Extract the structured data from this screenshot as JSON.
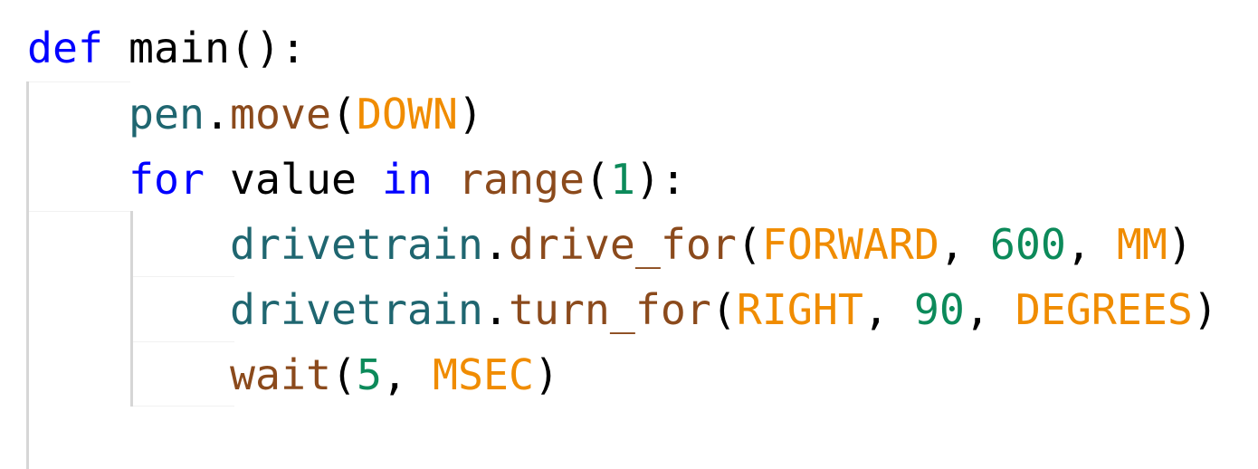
{
  "colors": {
    "keyword": "#0000ff",
    "object": "#1f6670",
    "function": "#8b4a1c",
    "constant": "#f08c00",
    "number": "#0c8a5a",
    "plain": "#000000",
    "indent_guide": "#d6d6d6"
  },
  "code": {
    "line1": {
      "kw": "def",
      "sp": " ",
      "name": "main():"
    },
    "line2": {
      "indent": "    ",
      "obj": "pen",
      "dot": ".",
      "fn": "move",
      "open": "(",
      "const": "DOWN",
      "close": ")"
    },
    "line3": {
      "indent": "    ",
      "kw": "for",
      "sp1": " ",
      "var": "value",
      "sp2": " ",
      "kw2": "in",
      "sp3": " ",
      "fn": "range",
      "open": "(",
      "num": "1",
      "close": "):"
    },
    "line4": {
      "indent": "        ",
      "obj": "drivetrain",
      "dot": ".",
      "fn": "drive_for",
      "open": "(",
      "const1": "FORWARD",
      "sep1": ", ",
      "num": "600",
      "sep2": ", ",
      "const2": "MM",
      "close": ")"
    },
    "line5": {
      "indent": "        ",
      "obj": "drivetrain",
      "dot": ".",
      "fn": "turn_for",
      "open": "(",
      "const1": "RIGHT",
      "sep1": ", ",
      "num": "90",
      "sep2": ", ",
      "const2": "DEGREES",
      "close": ")"
    },
    "line6": {
      "indent": "        ",
      "fn": "wait",
      "open": "(",
      "num": "5",
      "sep": ", ",
      "const": "MSEC",
      "close": ")"
    }
  }
}
